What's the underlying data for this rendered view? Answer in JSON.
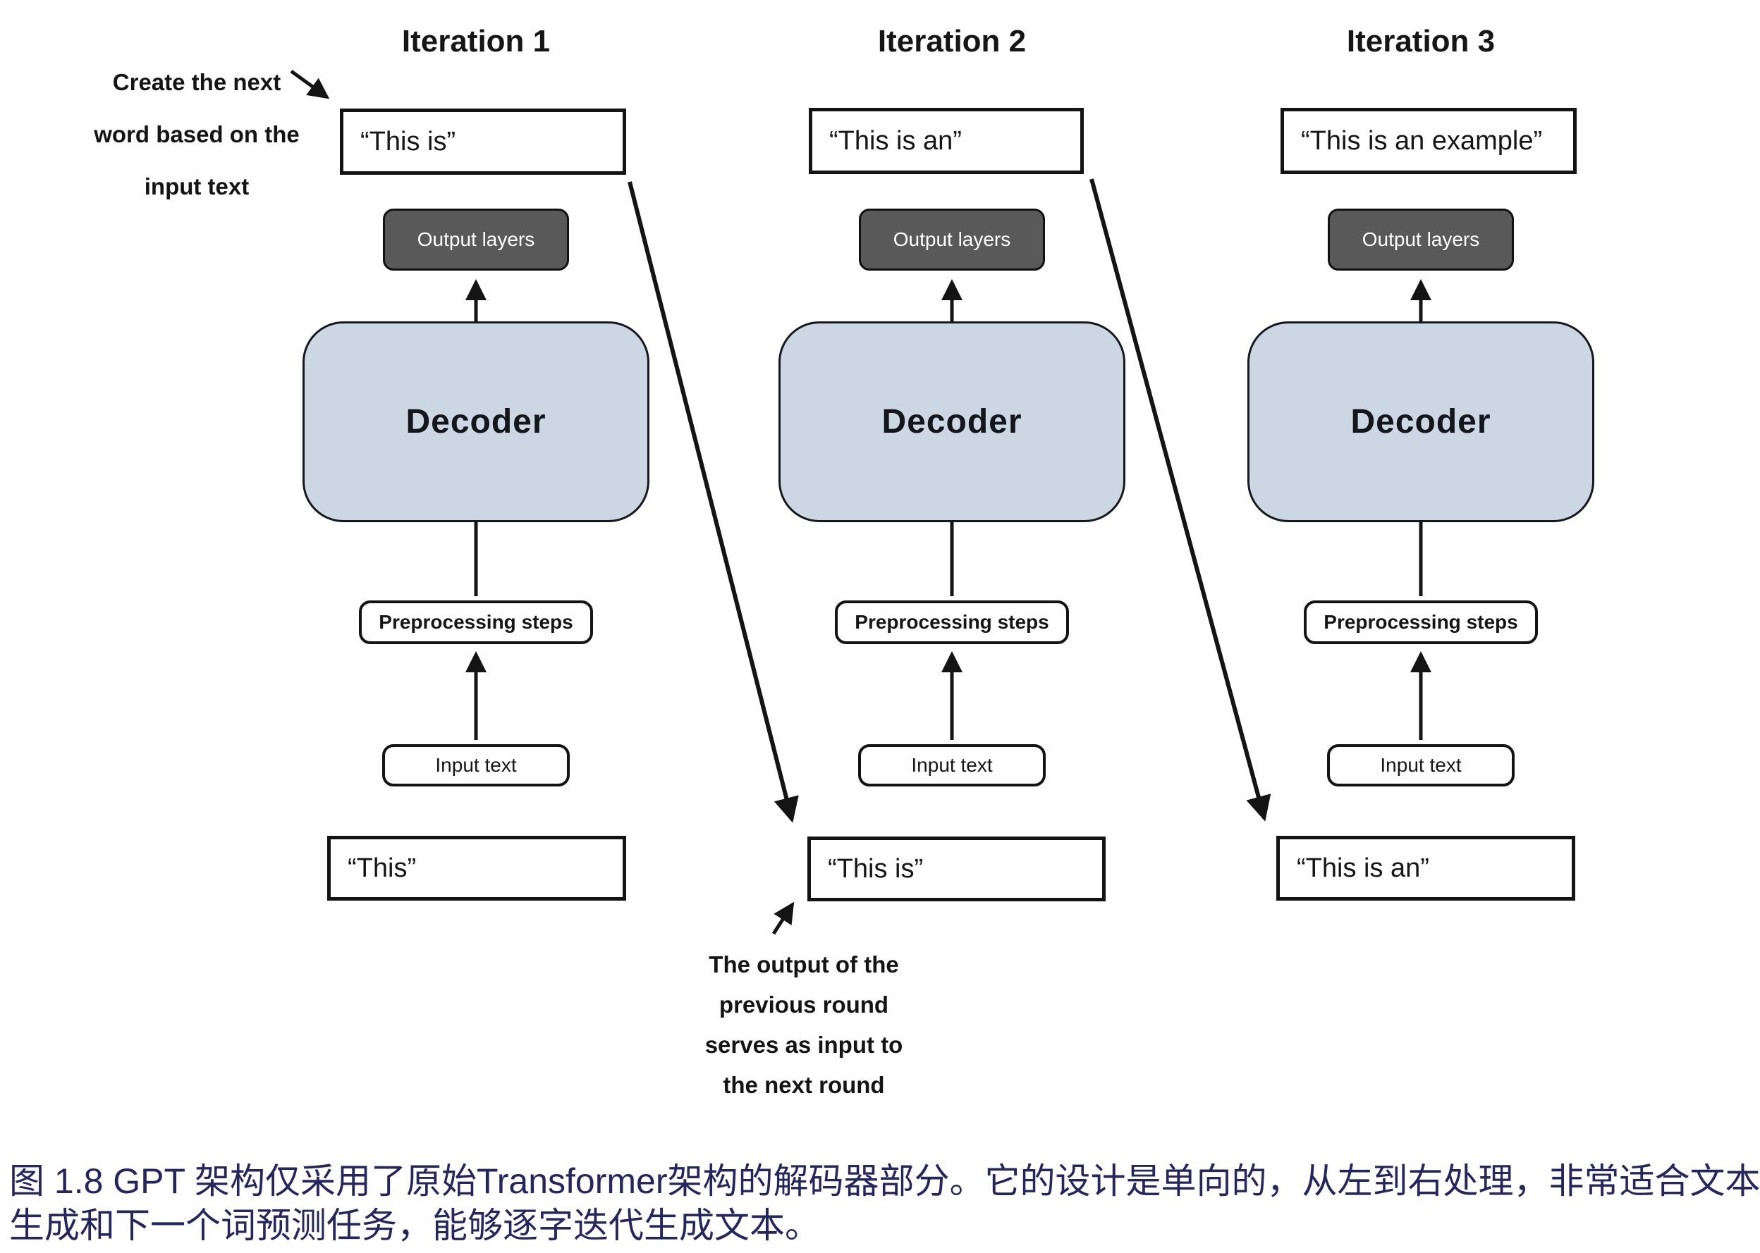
{
  "figure": {
    "iterations": [
      {
        "title": "Iteration 1",
        "generated_text": "“This is”",
        "output_layers": "Output layers",
        "decoder": "Decoder",
        "preprocessing": "Preprocessing steps",
        "input_box": "Input text",
        "input_text": "“This”"
      },
      {
        "title": "Iteration 2",
        "generated_text": "“This is an”",
        "output_layers": "Output layers",
        "decoder": "Decoder",
        "preprocessing": "Preprocessing steps",
        "input_box": "Input text",
        "input_text": "“This is”"
      },
      {
        "title": "Iteration 3",
        "generated_text": "“This is an example”",
        "output_layers": "Output layers",
        "decoder": "Decoder",
        "preprocessing": "Preprocessing steps",
        "input_box": "Input text",
        "input_text": "“This is an”"
      }
    ],
    "annotations": {
      "create_next": {
        "lines": [
          "Create the next",
          "word based on the",
          "input text"
        ]
      },
      "feedback": {
        "lines": [
          "The output of the",
          "previous round",
          "serves as input to",
          "the next round"
        ]
      }
    },
    "colors": {
      "decoder_fill": "#cdd6e3",
      "output_layers_fill": "#595959",
      "outline": "#111111",
      "caption_text": "#26265f"
    }
  },
  "caption": {
    "lines": [
      "图 1.8  GPT 架构仅采用了原始Transformer架构的解码器部分。它的设计是单向的，从左到右处理，非常适合文本",
      "生成和下一个词预测任务，能够逐字迭代生成文本。"
    ]
  }
}
